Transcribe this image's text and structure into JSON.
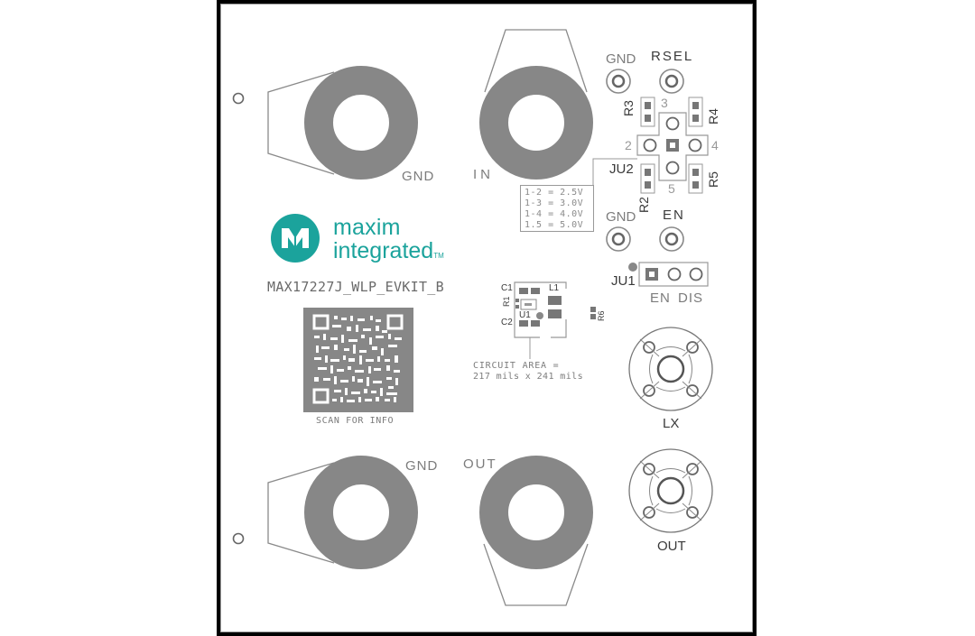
{
  "board": {
    "part_number": "MAX17227J_WLP_EVKIT_B",
    "frame_color": "#000000",
    "background": "#ffffff",
    "copper_color": "#878787"
  },
  "logo": {
    "line1": "maxim",
    "line2": "integrated",
    "trademark": "TM",
    "glyph": "M",
    "color": "#1ba39c"
  },
  "qr": {
    "caption": "SCAN FOR INFO"
  },
  "terminals": {
    "gnd_top": "GND",
    "in": "IN",
    "gnd_bottom": "GND",
    "out": "OUT"
  },
  "test_points": {
    "gnd_1": "GND",
    "rsel": "RSEL",
    "gnd_2": "GND",
    "en": "EN"
  },
  "jumper_ju2": {
    "label": "JU2",
    "pins": [
      "2",
      "3",
      "4",
      "5"
    ],
    "resistors": [
      "R3",
      "R4",
      "R2",
      "R5"
    ]
  },
  "voltage_table": {
    "rows": [
      "1-2 = 2.5V",
      "1-3 = 3.0V",
      "1-4 = 4.0V",
      "1.5 = 5.0V"
    ]
  },
  "jumper_ju1": {
    "label": "JU1",
    "options": "EN DIS"
  },
  "circuit": {
    "components": [
      "C1",
      "R1",
      "L1",
      "U1",
      "C2",
      "R6"
    ],
    "area_line1": "CIRCUIT AREA =",
    "area_line2": "217 mils x 241 mils"
  },
  "sma_connectors": {
    "lx": "LX",
    "out": "OUT"
  }
}
